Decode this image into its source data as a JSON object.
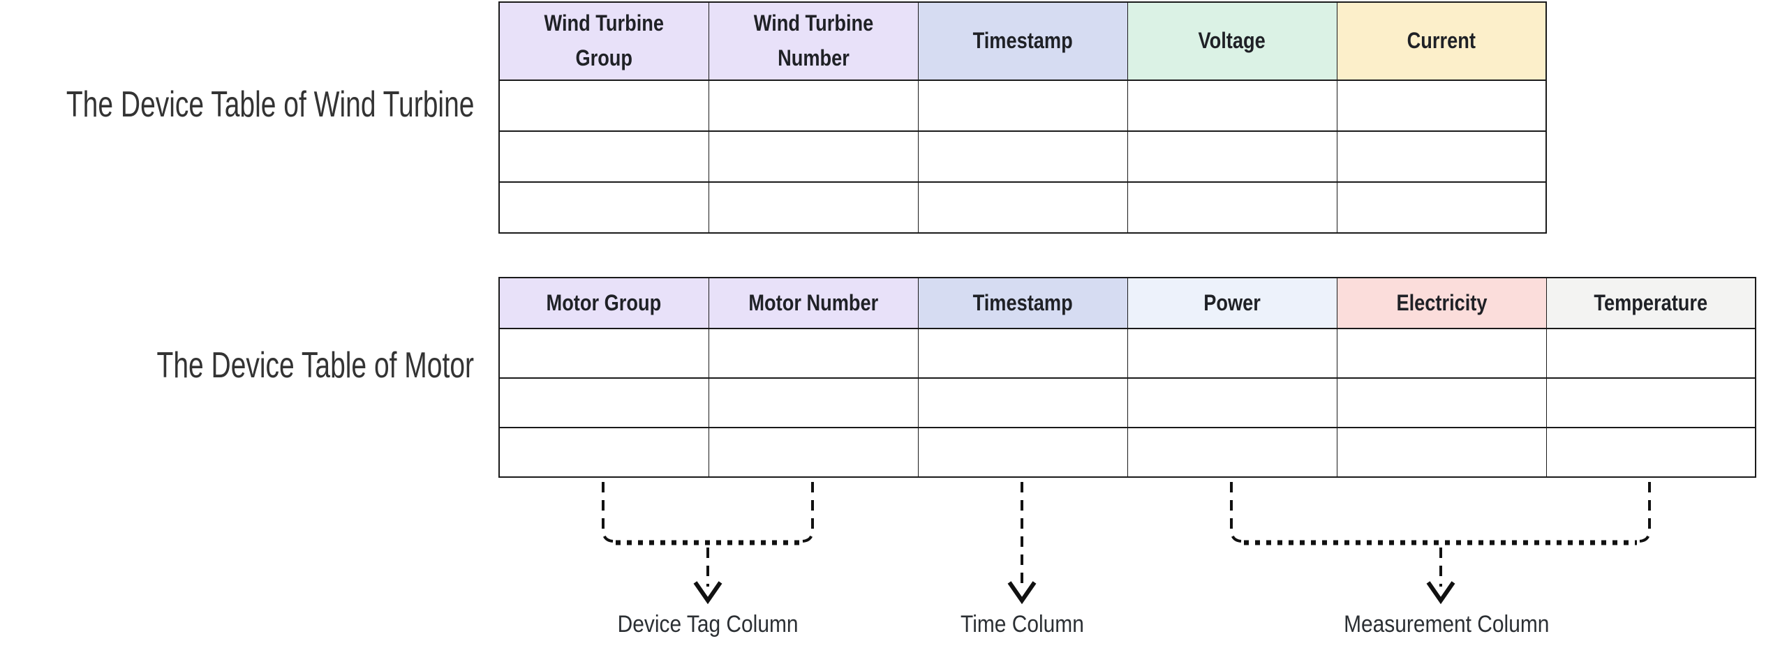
{
  "wind_turbine_table": {
    "title": "The Device Table of Wind Turbine",
    "columns": [
      "Wind Turbine Group",
      "Wind Turbine Number",
      "Timestamp",
      "Voltage",
      "Current"
    ],
    "empty_row_count": 3
  },
  "motor_table": {
    "title": "The Device Table of Motor",
    "columns": [
      "Motor Group",
      "Motor Number",
      "Timestamp",
      "Power",
      "Electricity",
      "Temperature"
    ],
    "empty_row_count": 3
  },
  "annotations": {
    "device_tag": "Device Tag Column",
    "time": "Time Column",
    "measurement": "Measurement Column"
  },
  "colors": {
    "device_group_header": "#e8e1f9",
    "timestamp_header": "#d6dcf2",
    "voltage_header": "#dbf2e5",
    "current_header": "#fcefca",
    "power_header": "#edf2fb",
    "electricity_header": "#fbdddb",
    "temperature_header": "#f3f3f2",
    "table_border": "#1a1a1a",
    "annotation_stroke": "#111111",
    "title_text": "#333333"
  }
}
